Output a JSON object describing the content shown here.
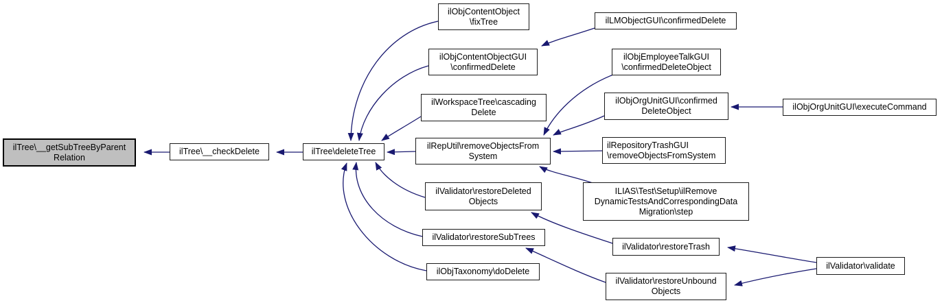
{
  "diagram": {
    "kind": "caller-graph",
    "colors": {
      "edge": "#191970",
      "node_fill": "#ffffff",
      "node_border": "#000000",
      "highlight_fill": "#bfbfbf",
      "background": "#ffffff"
    },
    "nodes": [
      {
        "id": "getSubTreeByParentRelation",
        "label": "ilTree\\__getSubTreeByParent\nRelation",
        "highlighted": true
      },
      {
        "id": "checkDelete",
        "label": "ilTree\\__checkDelete",
        "highlighted": false
      },
      {
        "id": "deleteTree",
        "label": "ilTree\\deleteTree",
        "highlighted": false
      },
      {
        "id": "fixTree",
        "label": "ilObjContentObject\n\\fixTree",
        "highlighted": false
      },
      {
        "id": "lmConfirmedDelete",
        "label": "ilLMObjectGUI\\confirmedDelete",
        "highlighted": false
      },
      {
        "id": "contentObjGuiConfirmedDelete",
        "label": "ilObjContentObjectGUI\n\\confirmedDelete",
        "highlighted": false
      },
      {
        "id": "employeeTalkConfirmedDeleteObject",
        "label": "ilObjEmployeeTalkGUI\n\\confirmedDeleteObject",
        "highlighted": false
      },
      {
        "id": "cascadingDelete",
        "label": "ilWorkspaceTree\\cascading\nDelete",
        "highlighted": false
      },
      {
        "id": "orgUnitConfirmedDeleteObject",
        "label": "ilObjOrgUnitGUI\\confirmed\nDeleteObject",
        "highlighted": false
      },
      {
        "id": "executeCommand",
        "label": "ilObjOrgUnitGUI\\executeCommand",
        "highlighted": false
      },
      {
        "id": "removeObjectsFromSystem",
        "label": "ilRepUtil\\removeObjectsFrom\nSystem",
        "highlighted": false
      },
      {
        "id": "trashGuiRemoveObjectsFromSystem",
        "label": "ilRepositoryTrashGUI\n\\removeObjectsFromSystem",
        "highlighted": false
      },
      {
        "id": "restoreDeletedObjects",
        "label": "ilValidator\\restoreDeleted\nObjects",
        "highlighted": false
      },
      {
        "id": "iliasMigrationStep",
        "label": "ILIAS\\Test\\Setup\\ilRemove\nDynamicTestsAndCorrespondingData\nMigration\\step",
        "highlighted": false
      },
      {
        "id": "restoreSubTrees",
        "label": "ilValidator\\restoreSubTrees",
        "highlighted": false
      },
      {
        "id": "restoreTrash",
        "label": "ilValidator\\restoreTrash",
        "highlighted": false
      },
      {
        "id": "doDelete",
        "label": "ilObjTaxonomy\\doDelete",
        "highlighted": false
      },
      {
        "id": "restoreUnboundObjects",
        "label": "ilValidator\\restoreUnbound\nObjects",
        "highlighted": false
      },
      {
        "id": "validate",
        "label": "ilValidator\\validate",
        "highlighted": false
      }
    ],
    "edges": [
      {
        "from": "checkDelete",
        "to": "getSubTreeByParentRelation"
      },
      {
        "from": "deleteTree",
        "to": "checkDelete"
      },
      {
        "from": "fixTree",
        "to": "deleteTree"
      },
      {
        "from": "contentObjGuiConfirmedDelete",
        "to": "deleteTree"
      },
      {
        "from": "lmConfirmedDelete",
        "to": "contentObjGuiConfirmedDelete"
      },
      {
        "from": "cascadingDelete",
        "to": "deleteTree"
      },
      {
        "from": "removeObjectsFromSystem",
        "to": "deleteTree"
      },
      {
        "from": "employeeTalkConfirmedDeleteObject",
        "to": "removeObjectsFromSystem"
      },
      {
        "from": "orgUnitConfirmedDeleteObject",
        "to": "removeObjectsFromSystem"
      },
      {
        "from": "executeCommand",
        "to": "orgUnitConfirmedDeleteObject"
      },
      {
        "from": "trashGuiRemoveObjectsFromSystem",
        "to": "removeObjectsFromSystem"
      },
      {
        "from": "iliasMigrationStep",
        "to": "removeObjectsFromSystem"
      },
      {
        "from": "restoreDeletedObjects",
        "to": "deleteTree"
      },
      {
        "from": "restoreSubTrees",
        "to": "deleteTree"
      },
      {
        "from": "doDelete",
        "to": "deleteTree"
      },
      {
        "from": "restoreTrash",
        "to": "restoreDeletedObjects"
      },
      {
        "from": "restoreUnboundObjects",
        "to": "restoreSubTrees"
      },
      {
        "from": "validate",
        "to": "restoreTrash"
      },
      {
        "from": "validate",
        "to": "restoreUnboundObjects"
      }
    ]
  }
}
